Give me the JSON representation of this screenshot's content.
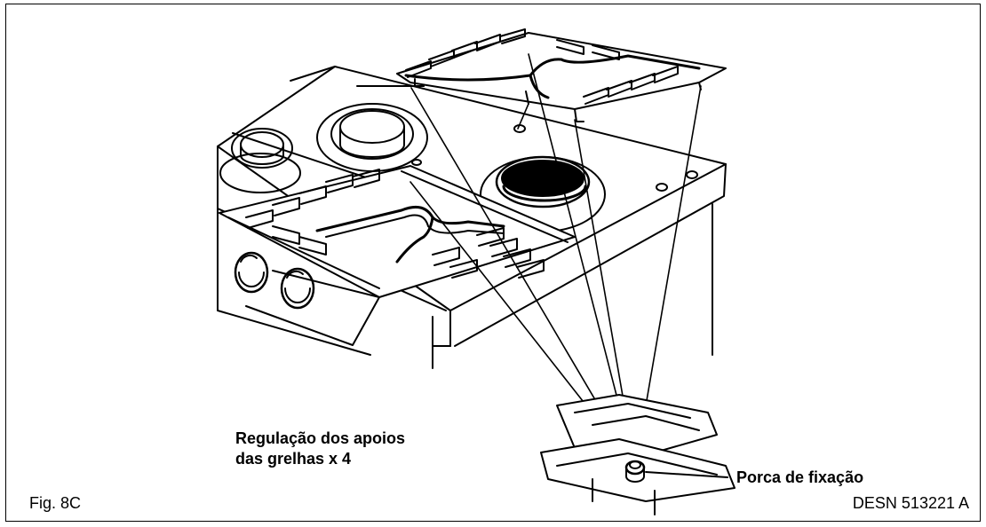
{
  "figure": {
    "label_adjustment_line1": "Regulação dos apoios",
    "label_adjustment_line2": "das grelhas x 4",
    "label_nut": "Porca de fixação",
    "caption_fig": "Fig. 8C",
    "caption_ref": "DESN 513221 A"
  }
}
